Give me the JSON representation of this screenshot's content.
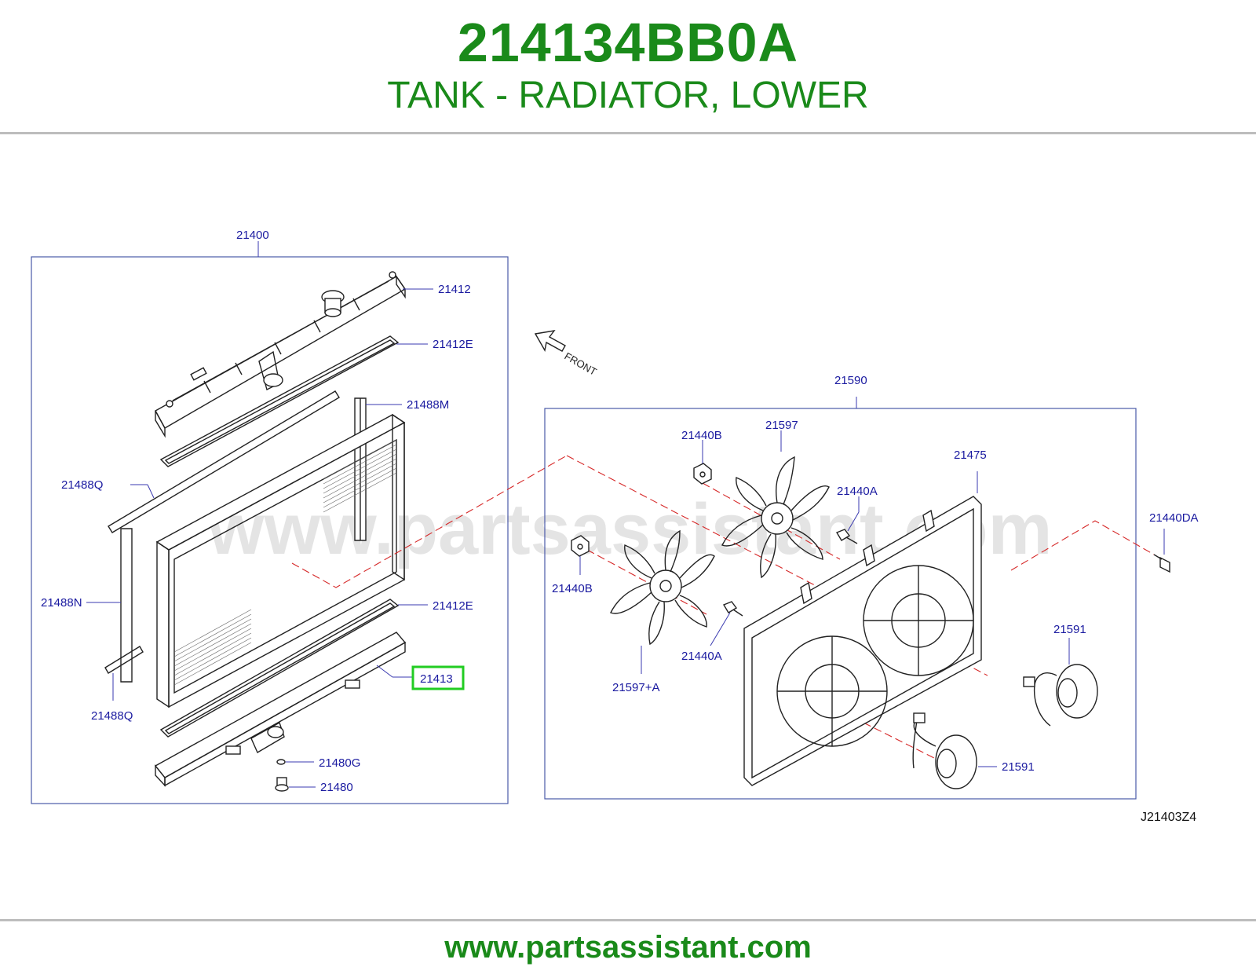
{
  "header": {
    "part_number": "214134BB0A",
    "part_name": "TANK - RADIATOR, LOWER"
  },
  "diagram": {
    "watermark": "www.partsassistant.com",
    "front_label": "FRONT",
    "diagram_code": "J21403Z4",
    "highlighted_callout": "21413",
    "callouts": {
      "radiator_assy": "21400",
      "upper_tank": "21412",
      "upper_gasket": "21412E",
      "mount_m": "21488M",
      "seal_q_top": "21488Q",
      "seal_n": "21488N",
      "lower_gasket": "21412E",
      "lower_tank": "21413",
      "seal_q_bottom": "21488Q",
      "drain_oring": "21480G",
      "drain_plug": "21480",
      "fan_assy": "21590",
      "nut_b_top": "21440B",
      "fan_blade": "21597",
      "bolt_a_top": "21440A",
      "shroud": "21475",
      "bolt_da": "21440DA",
      "nut_b_mid": "21440B",
      "bolt_a_bottom": "21440A",
      "fan_blade_a": "21597+A",
      "motor_right": "21591",
      "motor_bottom": "21591"
    }
  },
  "footer": {
    "url": "www.partsassistant.com"
  },
  "colors": {
    "brand_green": "#1a8a1a",
    "callout_blue": "#1a1aa0",
    "highlight_green": "#22cc22",
    "centerline_red": "#d62828"
  }
}
